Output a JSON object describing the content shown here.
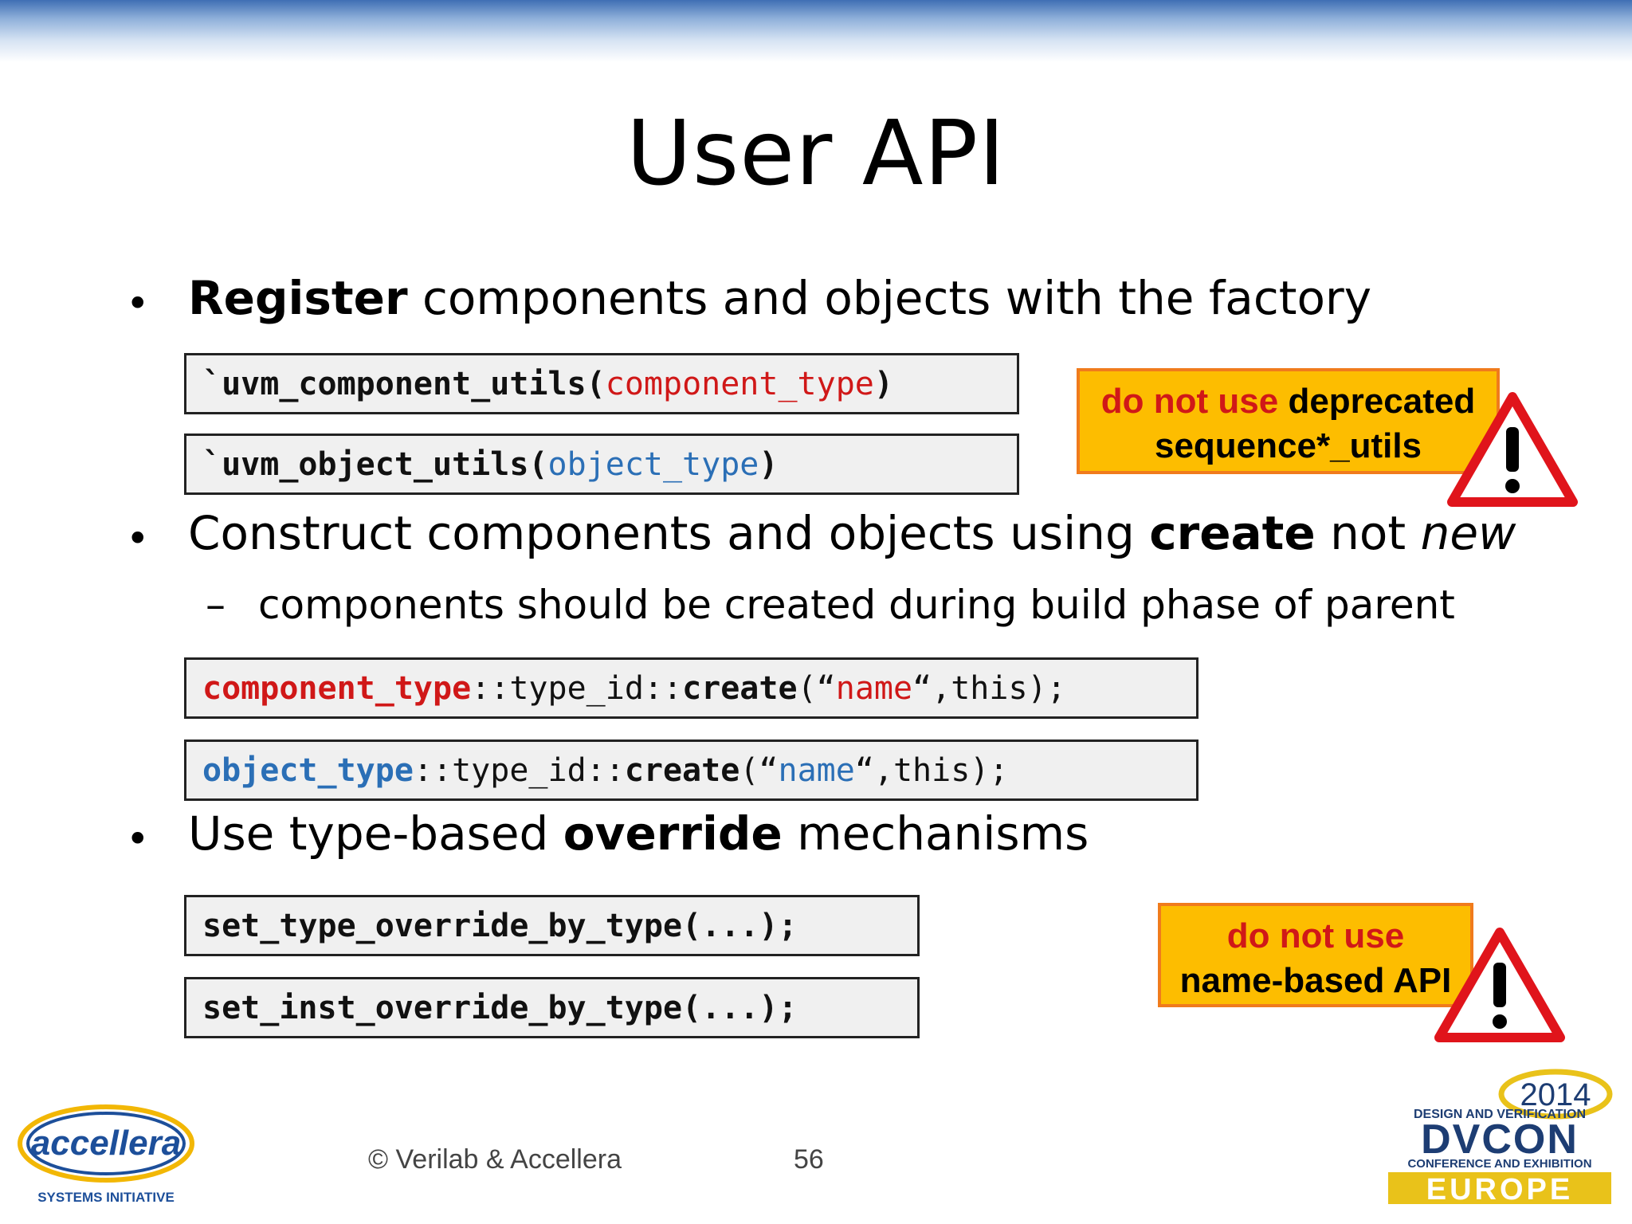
{
  "title": "User API",
  "bullets": [
    {
      "bold": "Register",
      "rest": " components and objects with the factory"
    },
    {
      "pre": "Construct components and objects using ",
      "bold": "create",
      "mid": " not ",
      "italic": "new",
      "sub": "components should be created during build phase of parent"
    },
    {
      "pre": "Use type-based ",
      "bold": "override",
      "rest": " mechanisms"
    }
  ],
  "bullet_symbol": "•",
  "dash_symbol": "–",
  "code": {
    "register": [
      {
        "fn": "`uvm_component_utils(",
        "arg": "component_type",
        "close": ")"
      },
      {
        "fn": "`uvm_object_utils(",
        "arg": "object_type",
        "close": ")"
      }
    ],
    "create": [
      {
        "type": "component_type",
        "mid1": "::type_id::",
        "fn": "create",
        "open": "(“",
        "arg": "name",
        "close": "“,this);"
      },
      {
        "type": "object_type",
        "mid1": "::type_id::",
        "fn": "create",
        "open": "(“",
        "arg": "name",
        "close": "“,this);"
      }
    ],
    "override": [
      "set_type_override_by_type(...);",
      "set_inst_override_by_type(...);"
    ]
  },
  "warnings": [
    {
      "red": "do not use",
      "black": " deprecated",
      "line2": "sequence*_utils"
    },
    {
      "red": "do not use",
      "line2": "name-based API"
    }
  ],
  "footer": {
    "copyright": "© Verilab & Accellera",
    "page_number": "56"
  },
  "logos": {
    "left": {
      "name": "accellera",
      "tagline": "SYSTEMS INITIATIVE"
    },
    "right": {
      "year": "2014",
      "line1": "DESIGN AND VERIFICATION",
      "brand": "DVCON",
      "line2": "CONFERENCE AND EXHIBITION",
      "region": "EUROPE"
    }
  },
  "colors": {
    "code_red": "#d01818",
    "code_blue": "#2b6fb6",
    "warning_fill": "#fdbd00",
    "warning_border": "#f07b1c"
  }
}
